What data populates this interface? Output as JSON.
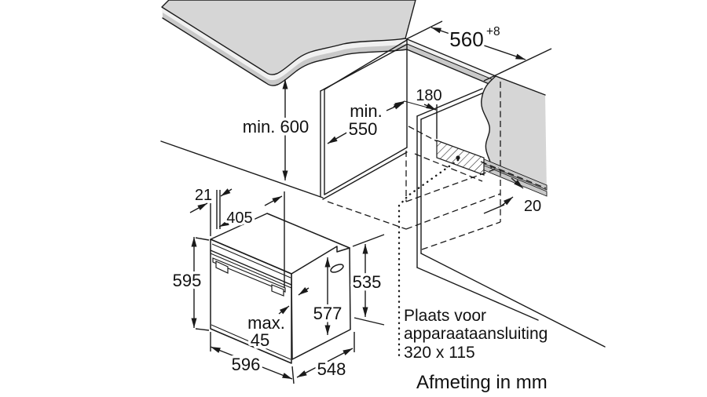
{
  "colors": {
    "line": "#1a1a1a",
    "surface": "#d6d6d6",
    "surface_edge": "#c9c9c9",
    "band": "#f1f1f1",
    "rail": "#c8c8c8",
    "background": "#ffffff"
  },
  "dimensions": {
    "niche_width": "560",
    "niche_width_tolerance": "+8",
    "niche_height": "min. 600",
    "niche_depth_prefix": "min.",
    "niche_depth": "550",
    "side_clearance": "180",
    "rail_gap": "20",
    "top_offset_small": "21",
    "top_offset_large": "405",
    "oven_front_height": "595",
    "oven_body_height": "577",
    "oven_side_height": "535",
    "door_protrusion_prefix": "max.",
    "door_protrusion": "45",
    "oven_front_width": "596",
    "oven_body_depth": "548"
  },
  "connection_note": {
    "line1": "Plaats voor",
    "line2": "apparaataansluiting",
    "line3": "320 x 115"
  },
  "units_note": "Afmeting in mm"
}
